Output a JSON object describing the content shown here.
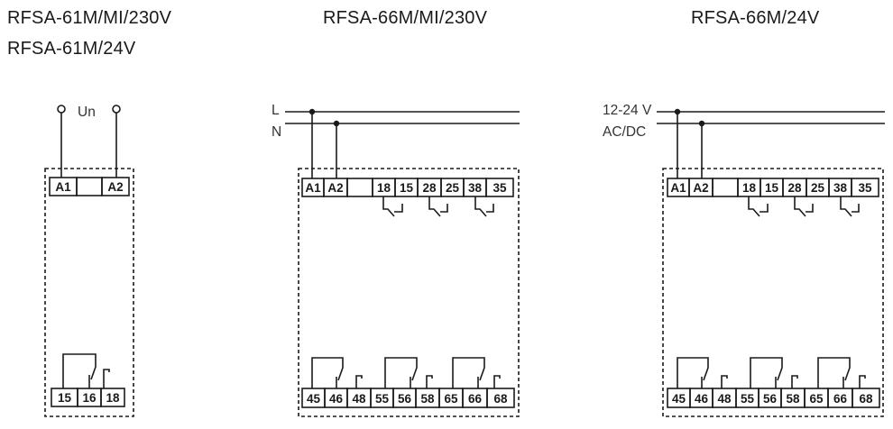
{
  "titles": {
    "d1_line1": "RFSA-61M/MI/230V",
    "d1_line2": "RFSA-61M/24V",
    "d2": "RFSA-66M/MI/230V",
    "d3": "RFSA-66M/24V"
  },
  "supply": {
    "d1_un": "Un",
    "d2_l": "L",
    "d2_n": "N",
    "d3_voltage": "12-24 V",
    "d3_acdc": "AC/DC"
  },
  "terminals": {
    "d1_top": [
      "A1",
      "",
      "A2"
    ],
    "d1_bottom": [
      "15",
      "16",
      "18"
    ],
    "d2_top": [
      "A1",
      "A2",
      "",
      "18",
      "15",
      "28",
      "25",
      "38",
      "35"
    ],
    "d2_bottom": [
      "45",
      "46",
      "48",
      "55",
      "56",
      "58",
      "65",
      "66",
      "68"
    ],
    "d3_top": [
      "A1",
      "A2",
      "",
      "18",
      "15",
      "28",
      "25",
      "38",
      "35"
    ],
    "d3_bottom": [
      "45",
      "46",
      "48",
      "55",
      "56",
      "58",
      "65",
      "66",
      "68"
    ]
  }
}
